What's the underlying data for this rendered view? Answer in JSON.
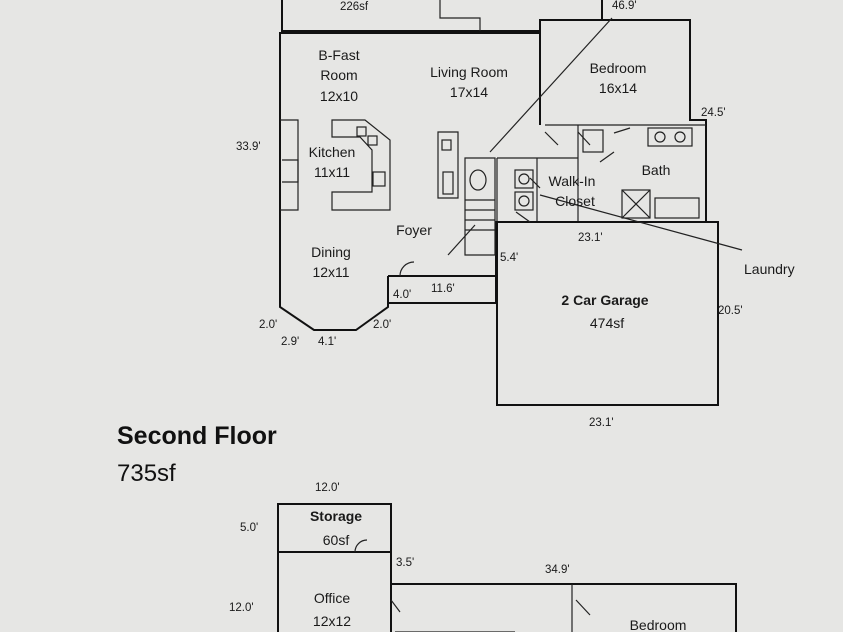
{
  "first_floor": {
    "top_area": "226sf",
    "top_dim": "46.9'",
    "rooms": {
      "bfast_name": "B-Fast",
      "bfast_name2": "Room",
      "bfast_size": "12x10",
      "living_name": "Living Room",
      "living_size": "17x14",
      "bedroom_name": "Bedroom",
      "bedroom_size": "16x14",
      "kitchen_name": "Kitchen",
      "kitchen_size": "11x11",
      "bath_name": "Bath",
      "walkin_name": "Walk-In",
      "walkin_name2": "Closet",
      "foyer_name": "Foyer",
      "dining_name": "Dining",
      "dining_size": "12x11",
      "garage_name": "2 Car Garage",
      "garage_area": "474sf",
      "laundry_name": "Laundry"
    },
    "dims": {
      "left_height": "33.9'",
      "right_upper": "24.5'",
      "walkin_bottom": "23.1'",
      "foyer_step": "5.4'",
      "entry_small": "4.0'",
      "entry_width": "11.6'",
      "garage_side": "20.5'",
      "bay_left": "2.0'",
      "bay_right": "2.0'",
      "bay_a": "2.9'",
      "bay_b": "4.1'",
      "garage_bottom": "23.1'"
    }
  },
  "second_floor": {
    "title": "Second Floor",
    "area": "735sf",
    "rooms": {
      "storage_name": "Storage",
      "storage_area": "60sf",
      "office_name": "Office",
      "office_size": "12x12",
      "bedroom_name": "Bedroom"
    },
    "dims": {
      "storage_width": "12.0'",
      "storage_height": "5.0'",
      "step": "3.5'",
      "width": "34.9'",
      "office_height": "12.0'"
    }
  }
}
